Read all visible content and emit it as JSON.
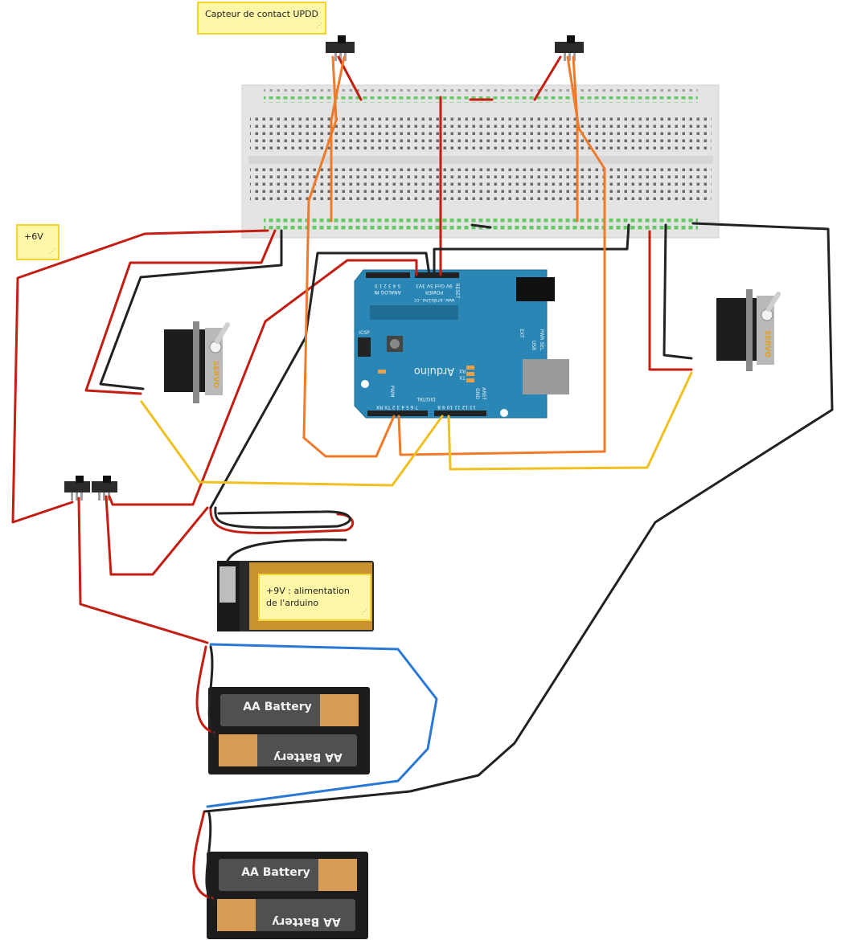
{
  "notes": {
    "sensor": "Capteur de contact UPDD",
    "plus6v": "+6V",
    "plus9v": "+9V : alimentation de l'arduino"
  },
  "battery_pack_1": {
    "cell_top": "AA Battery",
    "cell_bottom": "AA Battery"
  },
  "battery_pack_2": {
    "cell_top": "AA Battery",
    "cell_bottom": "AA Battery"
  },
  "arduino": {
    "brand": "Arduino",
    "website": "www.arduino.cc",
    "power_label": "POWER",
    "analog_label": "ANALOG IN",
    "digital_label": "DIGITAL",
    "icsp_label": "ICSP",
    "pwr_sel_label": "PWR SEL",
    "ext_label": "EXT",
    "usb_label": "USB",
    "pwm_label": "PWM",
    "reset_label": "RESET",
    "rx_label": "RX",
    "tx_label": "TX",
    "aref_label": "AREF",
    "gnd_label": "GND",
    "power_pins": "9V Gnd 5V 3V3",
    "analog_pins": "5 4 3 2 1 0",
    "digital_low": "7 6 5 4 3 2 TX RX",
    "digital_high": "13 12 11 10 9 8"
  },
  "servo_left": {
    "label": "SERVO"
  },
  "servo_right": {
    "label": "SERVO"
  },
  "colors": {
    "wire_red": "#c41e12",
    "wire_black": "#222222",
    "wire_orange": "#ef7a2a",
    "wire_yellow": "#f0c020",
    "wire_blue": "#2a78d6",
    "board_blue": "#2a86b5",
    "breadboard": "#e4e4e4",
    "note_bg": "#fff7a8"
  }
}
